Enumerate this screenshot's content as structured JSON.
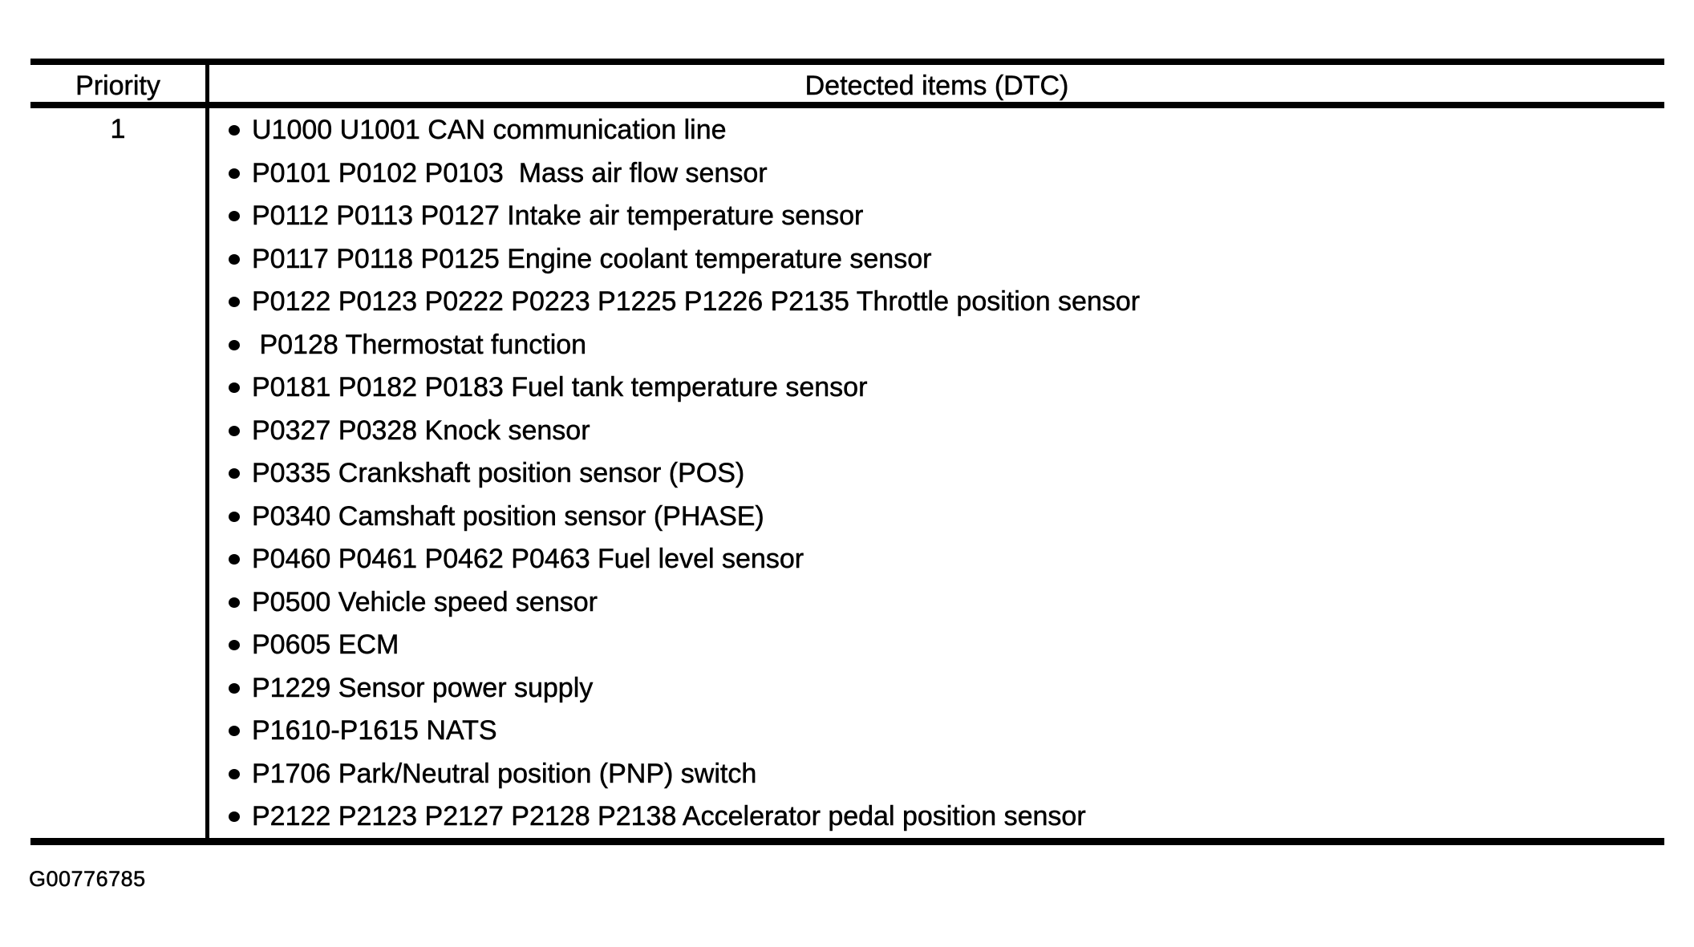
{
  "table": {
    "header": {
      "priority_label": "Priority",
      "detected_items_label": "Detected items (DTC)"
    },
    "body": {
      "priority_value": "1",
      "detected_items": [
        "U1000 U1001 CAN communication line",
        "P0101 P0102 P0103  Mass air flow sensor",
        "P0112 P0113 P0127 Intake air temperature sensor",
        "P0117 P0118 P0125 Engine coolant temperature sensor",
        "P0122 P0123 P0222 P0223 P1225 P1226 P2135 Throttle position sensor",
        " P0128 Thermostat function",
        "P0181 P0182 P0183 Fuel tank temperature sensor",
        "P0327 P0328 Knock sensor",
        "P0335 Crankshaft position sensor (POS)",
        "P0340 Camshaft position sensor (PHASE)",
        "P0460 P0461 P0462 P0463 Fuel level sensor",
        "P0500 Vehicle speed sensor",
        "P0605 ECM",
        "P1229 Sensor power supply",
        "P1610-P1615 NATS",
        "P1706 Park/Neutral position (PNP) switch",
        "P2122 P2123 P2127 P2128 P2138 Accelerator pedal position sensor"
      ]
    }
  },
  "caption": {
    "figure_id": "G00776785"
  },
  "icons": {
    "bullet": "filled-circle"
  },
  "colors": {
    "ink": "#000000",
    "paper": "#ffffff"
  }
}
